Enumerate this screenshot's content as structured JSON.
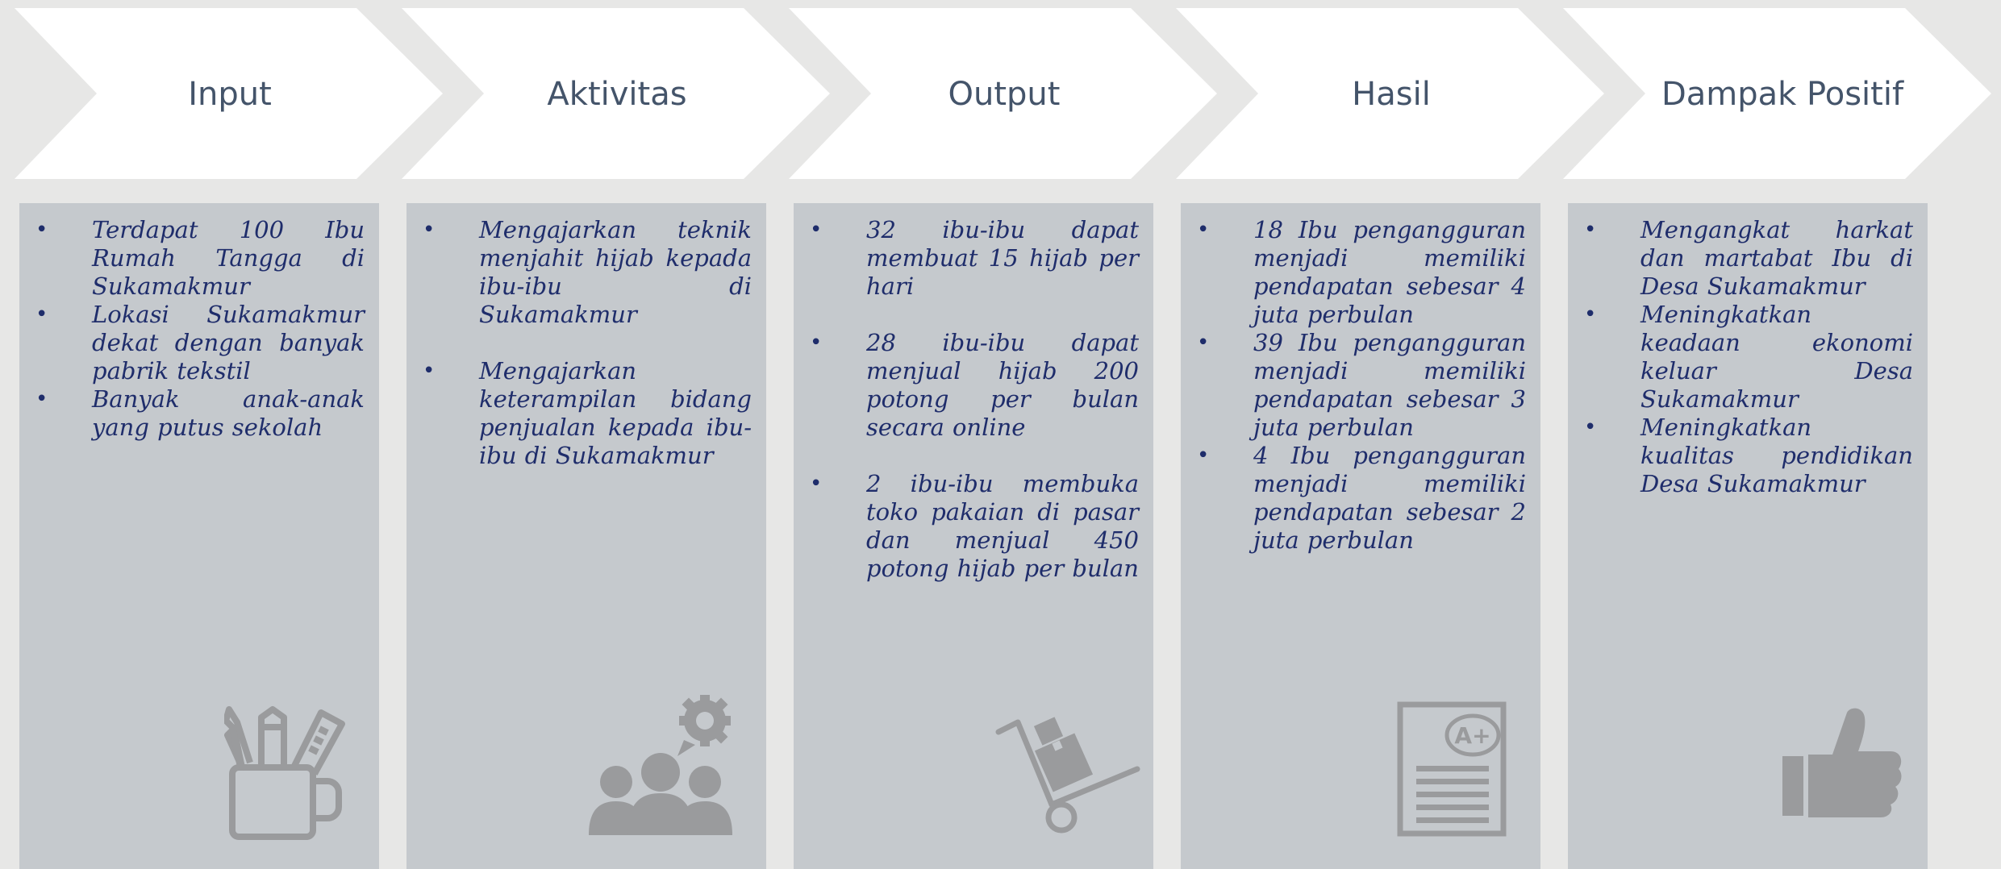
{
  "colors": {
    "background": "#e7e7e6",
    "arrow_fill": "#ffffff",
    "panel_fill": "#c5c9cd",
    "label_color": "#44546a",
    "text_color": "#1f2d6b",
    "icon_color": "#9a9b9d"
  },
  "stages": [
    {
      "label": "Input",
      "icon": "pencil-cup-icon",
      "items": [
        "Terdapat 100 Ibu Rumah Tangga di Sukamakmur",
        "Lokasi Sukamakmur dekat dengan banyak pabrik tekstil",
        "Banyak anak-anak yang putus sekolah"
      ]
    },
    {
      "label": "Aktivitas",
      "icon": "team-gear-icon",
      "items": [
        "Mengajarkan teknik menjahit hijab kepada ibu-ibu di Sukamakmur",
        "Mengajarkan keterampilan bidang penjualan kepada ibu-ibu di Sukamakmur"
      ]
    },
    {
      "label": "Output",
      "icon": "hand-truck-icon",
      "items": [
        "32 ibu-ibu dapat membuat 15 hijab per hari",
        "28 ibu-ibu dapat menjual hijab 200 potong per bulan secara online",
        "2 ibu-ibu membuka toko pakaian di pasar dan menjual 450 potong hijab per bulan"
      ]
    },
    {
      "label": "Hasil",
      "icon": "report-grade-icon",
      "badge": "A+",
      "items": [
        "18 Ibu pengangguran menjadi memiliki pendapatan sebesar 4 juta perbulan",
        "39 Ibu pengangguran menjadi memiliki pendapatan sebesar 3 juta perbulan",
        "4 Ibu pengangguran menjadi memiliki pendapatan sebesar 2 juta perbulan"
      ]
    },
    {
      "label": "Dampak Positif",
      "icon": "thumbs-up-icon",
      "items": [
        "Mengangkat harkat dan martabat Ibu di Desa Sukamakmur",
        "Meningkatkan keadaan ekonomi keluar Desa Sukamakmur",
        "Meningkatkan kualitas pendidikan Desa Sukamakmur"
      ]
    }
  ]
}
